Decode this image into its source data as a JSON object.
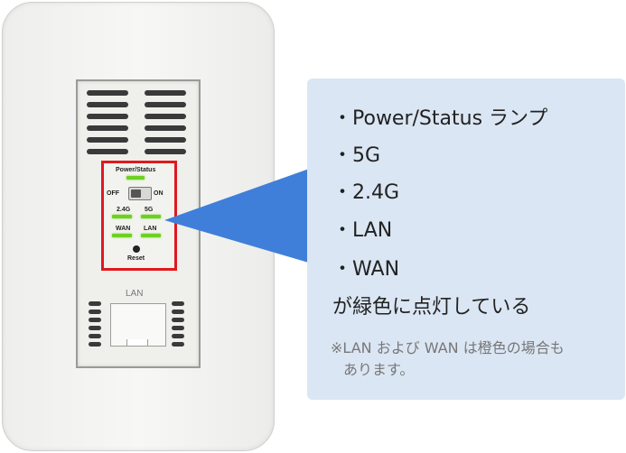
{
  "device": {
    "power_status_label": "Power/Status",
    "off_label": "OFF",
    "on_label": "ON",
    "band_24_label": "2.4G",
    "band_5_label": "5G",
    "wan_label": "WAN",
    "lan_label": "LAN",
    "reset_label": "Reset",
    "port_label": "LAN",
    "led_color": "#6fcf23",
    "highlight_color": "#e0191e"
  },
  "callout": {
    "color": "#3f7fd9",
    "items": [
      "・Power/Status ランプ",
      "・5G",
      "・2.4G",
      "・LAN",
      "・WAN"
    ],
    "conclusion": "が緑色に点灯している",
    "note_line1": "※LAN および WAN は橙色の場合も",
    "note_line2": "あります。"
  }
}
